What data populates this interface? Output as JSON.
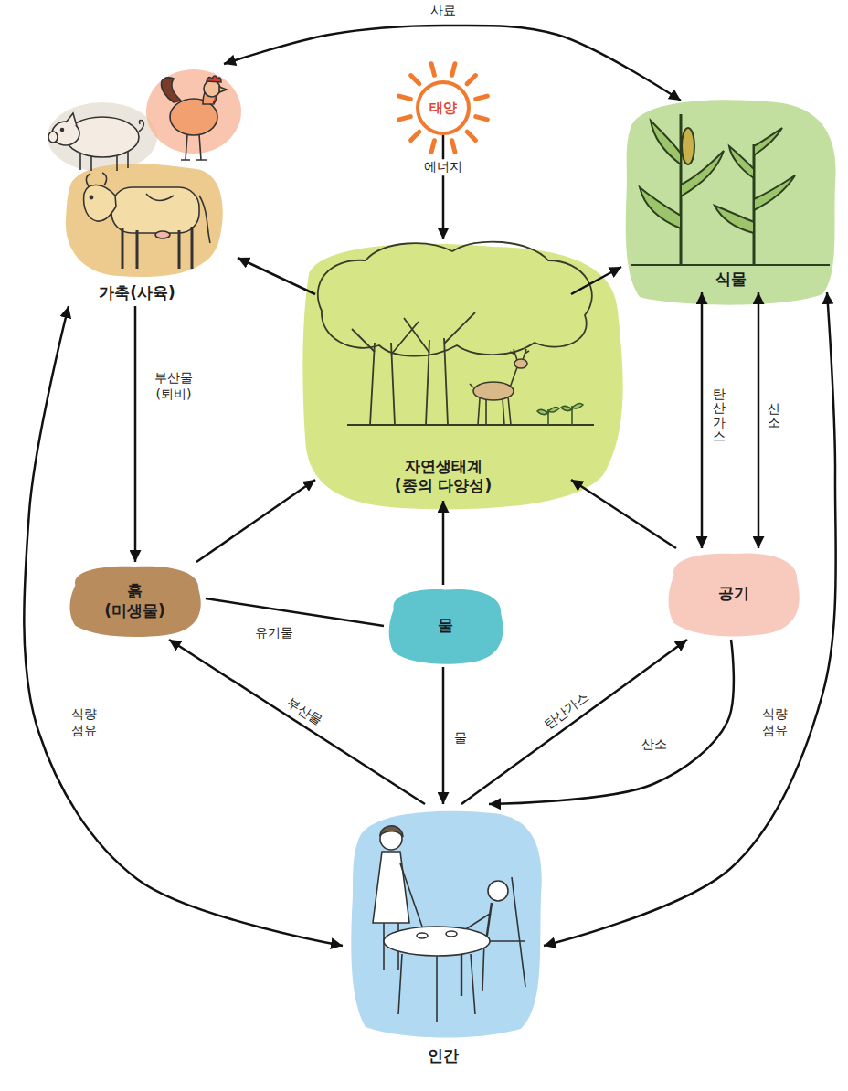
{
  "diagram": {
    "nodes": [
      {
        "text": [
          "태양"
        ]
      },
      {
        "text": [
          "가축(사육)"
        ]
      },
      {
        "text": [
          "식물"
        ]
      },
      {
        "text": [
          "자연생태계 (종의 다양성)"
        ]
      },
      {
        "text": [
          "흙 (미생물)"
        ]
      },
      {
        "text": [
          "공기"
        ]
      },
      {
        "text": [
          "물"
        ]
      },
      {
        "text": [
          "인간"
        ]
      }
    ],
    "edges": [
      {
        "from": 1,
        "to": 2,
        "label": "사료",
        "arrow": "both"
      },
      {
        "from": 0,
        "to": 3,
        "label": "에너지",
        "arrow": "to"
      },
      {
        "from": 3,
        "to": 1,
        "arrow": "to"
      },
      {
        "from": 3,
        "to": 2,
        "arrow": "to"
      },
      {
        "from": 1,
        "to": 4,
        "label": "부산물 (퇴비)",
        "arrow": "to"
      },
      {
        "from": 4,
        "to": 3,
        "arrow": "to"
      },
      {
        "from": 6,
        "to": 3,
        "arrow": "to"
      },
      {
        "from": 5,
        "to": 3,
        "arrow": "to"
      },
      {
        "from": 2,
        "to": 5,
        "label": "탄산가스",
        "arrow": "both"
      },
      {
        "from": 2,
        "to": 5,
        "label": "산소",
        "arrow": "both"
      },
      {
        "from": 4,
        "to": 6,
        "label": "유기물",
        "arrow": "none"
      },
      {
        "from": 6,
        "to": 7,
        "label": "물",
        "arrow": "to"
      },
      {
        "from": 7,
        "to": 4,
        "label": "부산물",
        "arrow": "to"
      },
      {
        "from": 7,
        "to": 5,
        "label": "탄산가스",
        "arrow": "to"
      },
      {
        "from": 5,
        "to": 7,
        "label": "산소",
        "arrow": "to"
      },
      {
        "from": 1,
        "to": 7,
        "label": "식량 섬유",
        "arrow": "both"
      },
      {
        "from": 2,
        "to": 7,
        "label": "식량 섬유",
        "arrow": "both"
      }
    ]
  }
}
